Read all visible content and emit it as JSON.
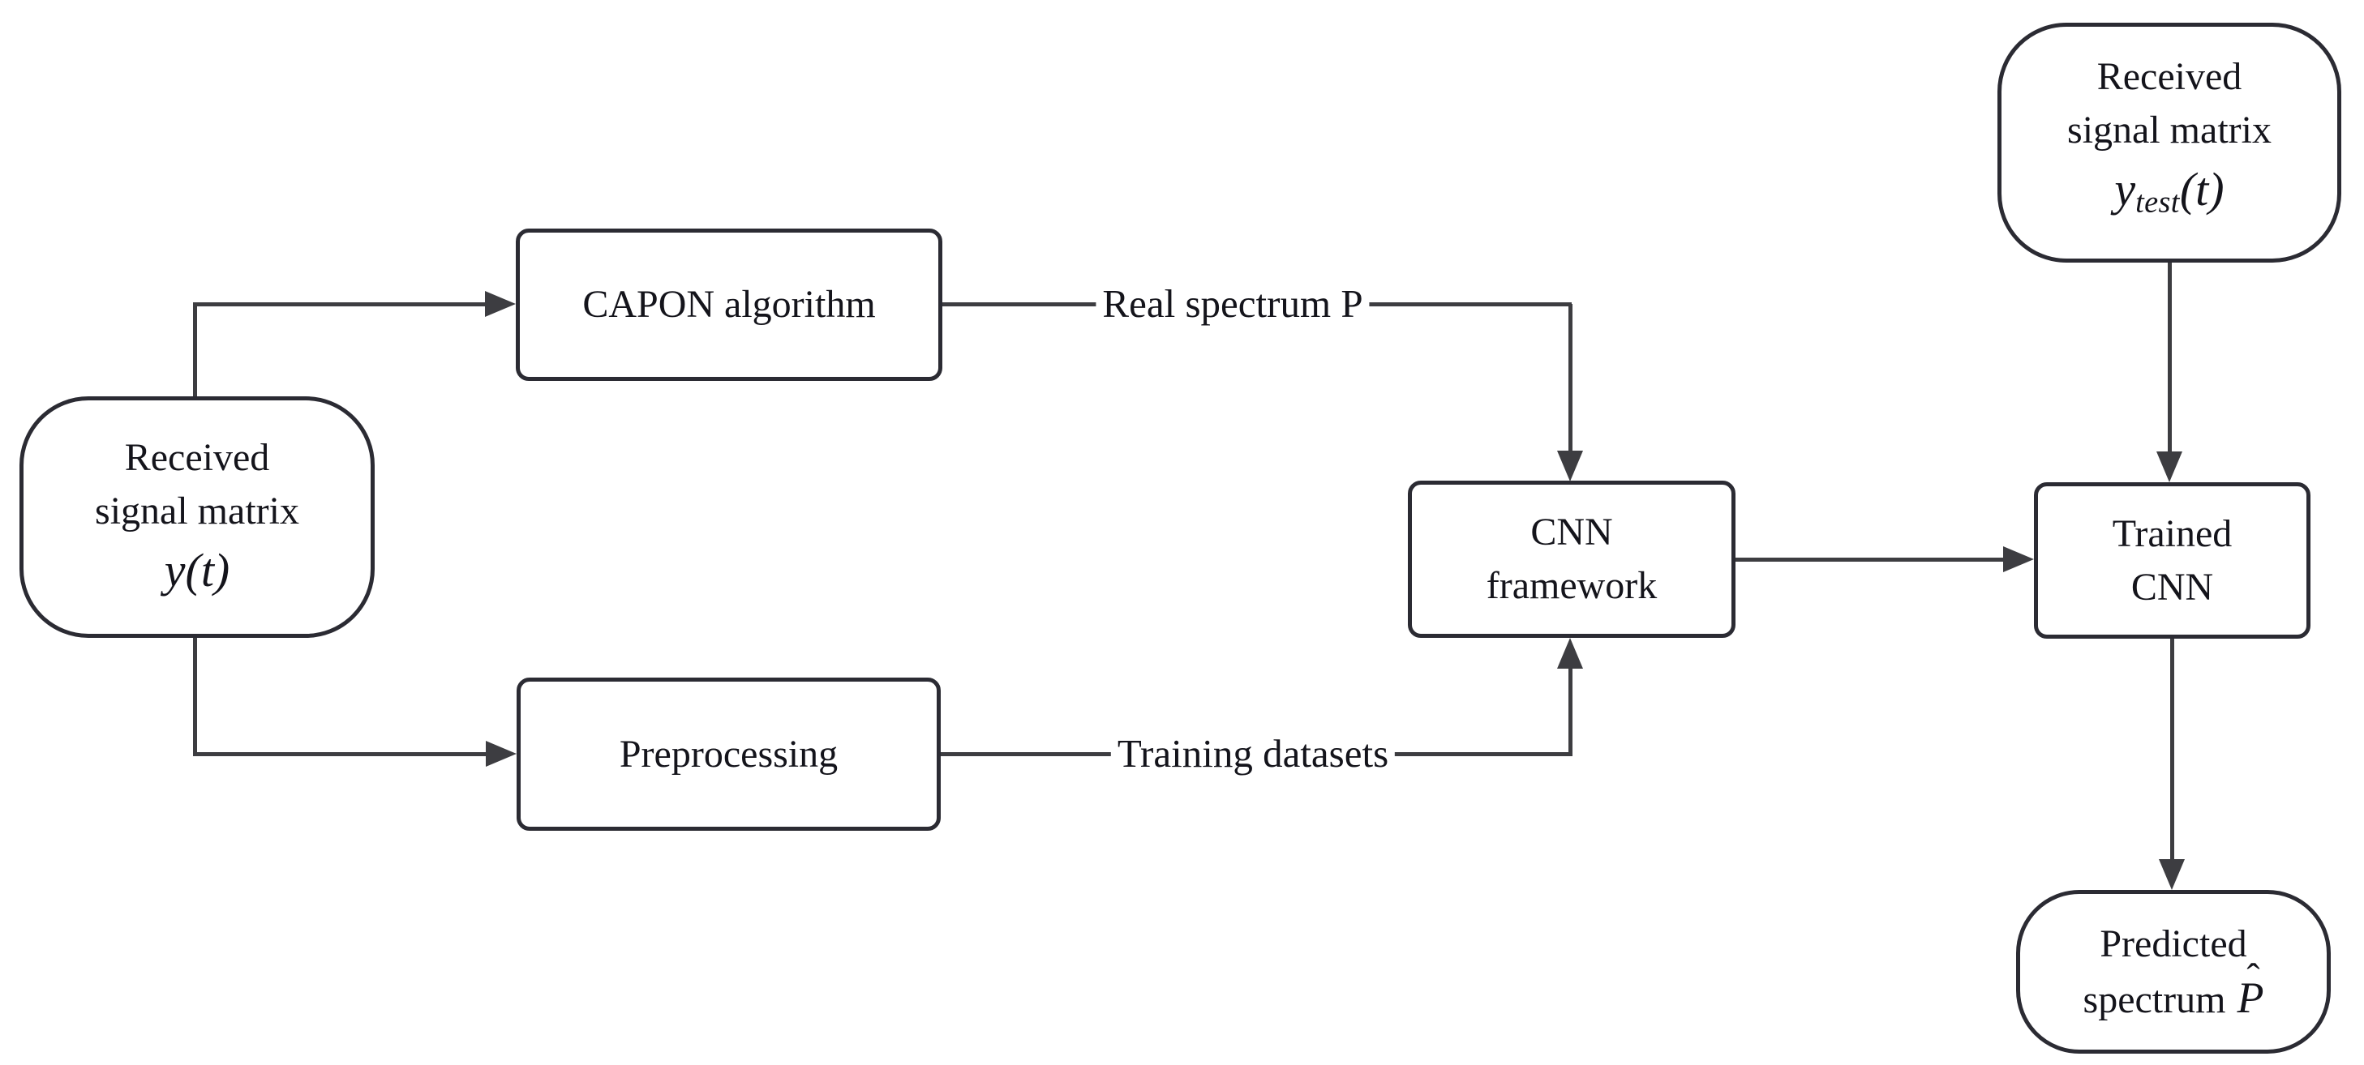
{
  "diagram": {
    "colors": {
      "background": "#ffffff",
      "node_border": "#2b2b33",
      "connector": "#3d3d41",
      "text": "#14141b"
    },
    "nodes": {
      "received_train": {
        "line1": "Received",
        "line2": "signal matrix",
        "math_base": "y",
        "math_args": "(t)"
      },
      "capon": {
        "label": "CAPON algorithm"
      },
      "preprocessing": {
        "label": "Preprocessing"
      },
      "cnn_framework": {
        "line1": "CNN",
        "line2": "framework"
      },
      "trained_cnn": {
        "line1": "Trained",
        "line2": "CNN"
      },
      "received_test": {
        "line1": "Received",
        "line2": "signal matrix",
        "math_base": "y",
        "math_sub": "test",
        "math_args": "(t)"
      },
      "predicted": {
        "line1": "Predicted",
        "line2": "spectrum",
        "symbol": "P",
        "accent": "ˆ"
      }
    },
    "edges": {
      "real_spectrum_label": "Real spectrum P",
      "training_datasets_label": "Training datasets"
    }
  }
}
